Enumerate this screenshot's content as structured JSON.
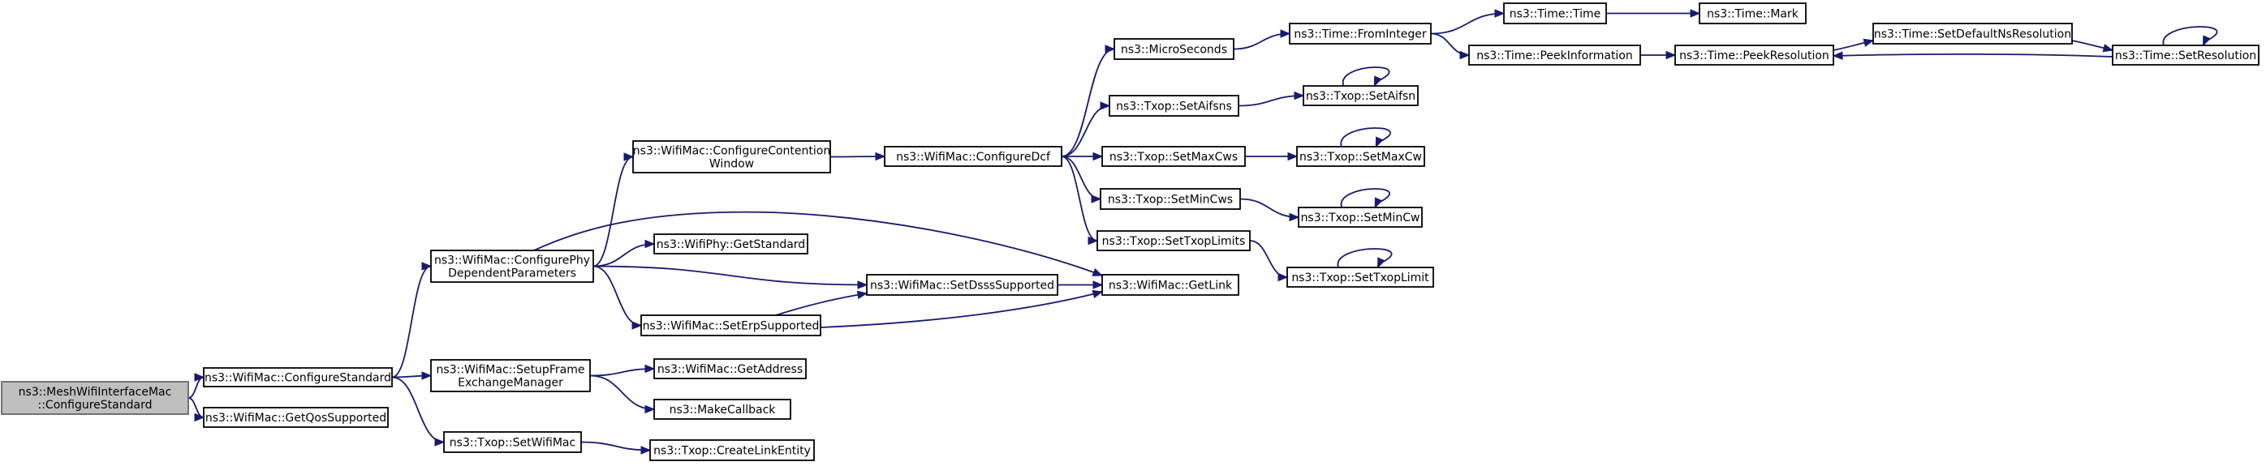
{
  "nodes": {
    "root": [
      "ns3::MeshWifiInterfaceMac",
      "::ConfigureStandard"
    ],
    "cfgStd": [
      "ns3::WifiMac::ConfigureStandard"
    ],
    "getQos": [
      "ns3::WifiMac::GetQosSupported"
    ],
    "cfgPhy": [
      "ns3::WifiMac::ConfigurePhy",
      "DependentParameters"
    ],
    "setupFem": [
      "ns3::WifiMac::SetupFrame",
      "ExchangeManager"
    ],
    "setWifiMac": [
      "ns3::Txop::SetWifiMac"
    ],
    "cfgCW": [
      "ns3::WifiMac::ConfigureContention",
      "Window"
    ],
    "getStd": [
      "ns3::WifiPhy::GetStandard"
    ],
    "setDsss": [
      "ns3::WifiMac::SetDsssSupported"
    ],
    "setErp": [
      "ns3::WifiMac::SetErpSupported"
    ],
    "getAddr": [
      "ns3::WifiMac::GetAddress"
    ],
    "makeCb": [
      "ns3::MakeCallback"
    ],
    "createLink": [
      "ns3::Txop::CreateLinkEntity"
    ],
    "cfgDcf": [
      "ns3::WifiMac::ConfigureDcf"
    ],
    "getLink": [
      "ns3::WifiMac::GetLink"
    ],
    "micro": [
      "ns3::MicroSeconds"
    ],
    "setAifsns": [
      "ns3::Txop::SetAifsns"
    ],
    "setMaxCws": [
      "ns3::Txop::SetMaxCws"
    ],
    "setMinCws": [
      "ns3::Txop::SetMinCws"
    ],
    "setTxopLimits": [
      "ns3::Txop::SetTxopLimits"
    ],
    "fromInt": [
      "ns3::Time::FromInteger"
    ],
    "setAifsn": [
      "ns3::Txop::SetAifsn"
    ],
    "setMaxCw": [
      "ns3::Txop::SetMaxCw"
    ],
    "setMinCw": [
      "ns3::Txop::SetMinCw"
    ],
    "setTxopLimit": [
      "ns3::Txop::SetTxopLimit"
    ],
    "time": [
      "ns3::Time::Time"
    ],
    "peekInfo": [
      "ns3::Time::PeekInformation"
    ],
    "mark": [
      "ns3::Time::Mark"
    ],
    "peekRes": [
      "ns3::Time::PeekResolution"
    ],
    "setDefRes": [
      "ns3::Time::SetDefaultNsResolution"
    ],
    "setRes": [
      "ns3::Time::SetResolution"
    ]
  },
  "edges": [
    [
      "root",
      "cfgStd"
    ],
    [
      "root",
      "getQos"
    ],
    [
      "cfgStd",
      "cfgPhy"
    ],
    [
      "cfgStd",
      "setupFem"
    ],
    [
      "cfgStd",
      "setWifiMac"
    ],
    [
      "cfgPhy",
      "cfgCW"
    ],
    [
      "cfgPhy",
      "getStd"
    ],
    [
      "cfgPhy",
      "setDsss"
    ],
    [
      "cfgPhy",
      "setErp"
    ],
    [
      "cfgPhy",
      "getLink"
    ],
    [
      "setupFem",
      "getAddr"
    ],
    [
      "setupFem",
      "makeCb"
    ],
    [
      "setWifiMac",
      "createLink"
    ],
    [
      "cfgCW",
      "cfgDcf"
    ],
    [
      "setErp",
      "setDsss"
    ],
    [
      "setErp",
      "getLink"
    ],
    [
      "setDsss",
      "getLink"
    ],
    [
      "cfgDcf",
      "micro"
    ],
    [
      "cfgDcf",
      "setAifsns"
    ],
    [
      "cfgDcf",
      "setMaxCws"
    ],
    [
      "cfgDcf",
      "setMinCws"
    ],
    [
      "cfgDcf",
      "setTxopLimits"
    ],
    [
      "micro",
      "fromInt"
    ],
    [
      "setAifsns",
      "setAifsn"
    ],
    [
      "setMaxCws",
      "setMaxCw"
    ],
    [
      "setMinCws",
      "setMinCw"
    ],
    [
      "setTxopLimits",
      "setTxopLimit"
    ],
    [
      "setAifsn",
      "setAifsn"
    ],
    [
      "setMaxCw",
      "setMaxCw"
    ],
    [
      "setMinCw",
      "setMinCw"
    ],
    [
      "setTxopLimit",
      "setTxopLimit"
    ],
    [
      "fromInt",
      "time"
    ],
    [
      "fromInt",
      "peekInfo"
    ],
    [
      "time",
      "mark"
    ],
    [
      "peekInfo",
      "peekRes"
    ],
    [
      "peekRes",
      "setDefRes"
    ],
    [
      "setDefRes",
      "setRes"
    ],
    [
      "setRes",
      "peekRes"
    ],
    [
      "setRes",
      "setRes"
    ]
  ]
}
